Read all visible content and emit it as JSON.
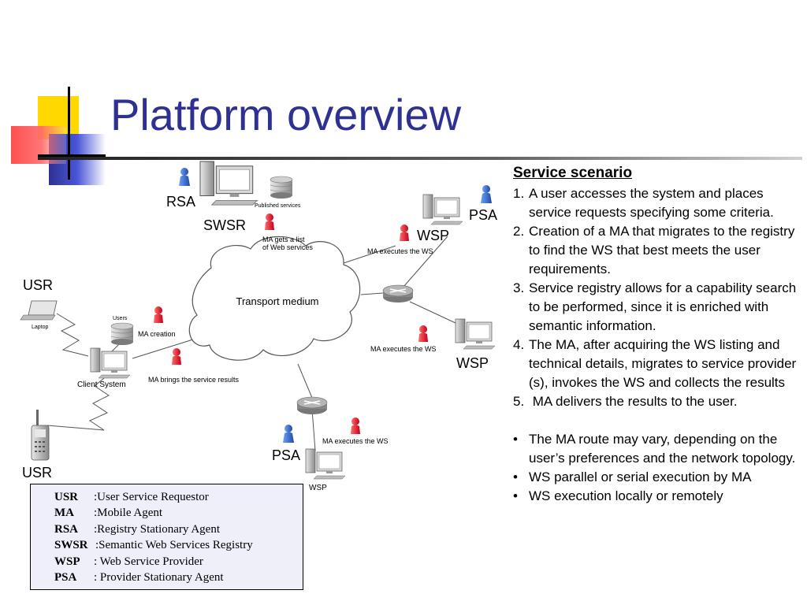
{
  "slide": {
    "title": "Platform overview"
  },
  "diagram": {
    "center": "Transport medium",
    "nodes": {
      "rsa": "RSA",
      "swsr": "SWSR",
      "published": "Published services",
      "psa_top": "PSA",
      "wsp_top": "WSP",
      "usr_top": "USR",
      "laptop": "Laptop",
      "users": "Users",
      "client": "Client System",
      "wsp_right": "WSP",
      "psa_bottom": "PSA",
      "wsp_bottom": "WSP",
      "usr_bottom": "USR"
    },
    "annotations": {
      "ma_list_1": "MA gets a list",
      "ma_list_2": "of Web services",
      "ma_exec_top": "MA executes the WS",
      "ma_creation": "MA creation",
      "ma_exec_right": "MA executes  the WS",
      "ma_brings": "MA brings the service results",
      "ma_exec_bottom": "MA executes the WS"
    }
  },
  "legend": [
    {
      "abbr": "USR",
      "desc": ":User Service Requestor"
    },
    {
      "abbr": "MA",
      "desc": ":Mobile Agent"
    },
    {
      "abbr": "RSA",
      "desc": ":Registry Stationary Agent"
    },
    {
      "abbr": "SWSR",
      "desc": ":Semantic Web Services Registry"
    },
    {
      "abbr": "WSP",
      "desc": ": Web Service Provider"
    },
    {
      "abbr": "PSA",
      "desc": ": Provider Stationary Agent"
    }
  ],
  "scenario": {
    "heading": "Service scenario",
    "steps": [
      {
        "num": "1.",
        "text": "A user accesses the system and places service requests specifying some criteria."
      },
      {
        "num": "2.",
        "text": "Creation of a MA that migrates to the registry to find the WS that best meets the user requirements."
      },
      {
        "num": "3.",
        "text": "Service registry allows for a capability search to be performed, since it is enriched with semantic information."
      },
      {
        "num": "4.",
        "text": "The MA, after acquiring the WS listing and technical details, migrates to service provider (s), invokes the WS and collects the results"
      },
      {
        "num": "5.",
        "text": " MA delivers the results to the user."
      }
    ],
    "bullets": [
      {
        "mark": "•",
        "text": "The MA route may vary, depending on the user’s preferences and the network topology."
      },
      {
        "mark": "•",
        "text": "WS parallel or serial execution by MA"
      },
      {
        "mark": "•",
        "text": "WS execution locally or remotely"
      }
    ]
  },
  "colors": {
    "title": "#2e3192",
    "agent_red": "#e0001b",
    "agent_blue": "#2d5fb8",
    "legend_bg": "#efeffa"
  }
}
